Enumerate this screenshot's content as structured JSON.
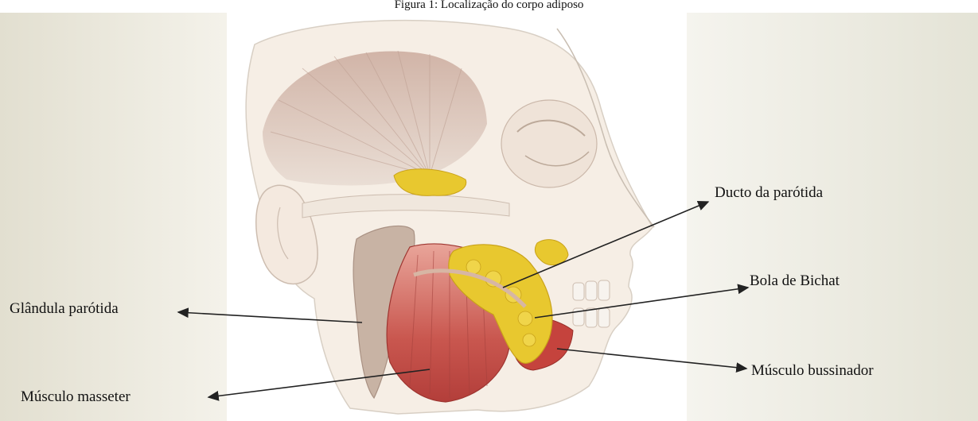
{
  "figure": {
    "caption": "Figura 1: Localização do corpo adiposo"
  },
  "labels": {
    "ducto_parotida": "Ducto da parótida",
    "bola_bichat": "Bola de Bichat",
    "glandula_parotida": "Glândula parótida",
    "musculo_bussinador": "Músculo bussinador",
    "musculo_masseter": "Músculo masseter"
  },
  "colors": {
    "background_left": "#efede3",
    "background_right": "#eeeee6",
    "skin": "#f3e9dc",
    "skull_muscle": "#d9c1b1",
    "masseter": "#c9574f",
    "fat_pad": "#e8c82f",
    "parotid": "#c8b3a4",
    "arrow": "#222222"
  }
}
